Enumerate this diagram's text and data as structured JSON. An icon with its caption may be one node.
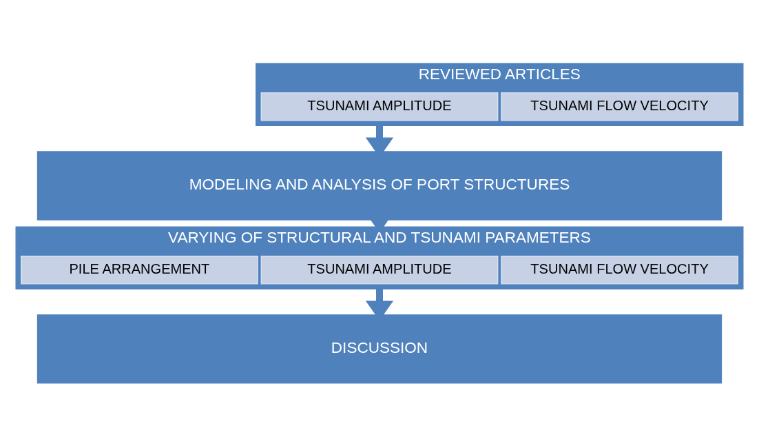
{
  "diagram": {
    "nodes": [
      {
        "text": [
          "REVIEWED ARTICLES"
        ]
      },
      {
        "text": [
          "TSUNAMI FLOW VELOCITY"
        ],
        "in": 0
      },
      {
        "text": [
          "TSUNAMI AMPLITUDE"
        ],
        "in": 0
      },
      {
        "text": [
          "MODELING AND ANALYSIS OF PORT STRUCTURES"
        ]
      },
      {
        "text": [
          "VARYING OF STRUCTURAL AND TSUNAMI PARAMETERS"
        ]
      },
      {
        "text": [
          "TSUNAMI FLOW VELOCITY"
        ],
        "in": 4
      },
      {
        "text": [
          "TSUNAMI AMPLITUDE"
        ],
        "in": 4
      },
      {
        "text": [
          "PILE ARRANGEMENT"
        ],
        "in": 4
      },
      {
        "text": [
          "DISCUSSION"
        ]
      }
    ],
    "edges": [
      {
        "from": 0,
        "to": 3,
        "arrow": "to"
      },
      {
        "from": 3,
        "to": 4,
        "arrow": "to"
      },
      {
        "from": 4,
        "to": 8,
        "arrow": "to"
      }
    ]
  }
}
